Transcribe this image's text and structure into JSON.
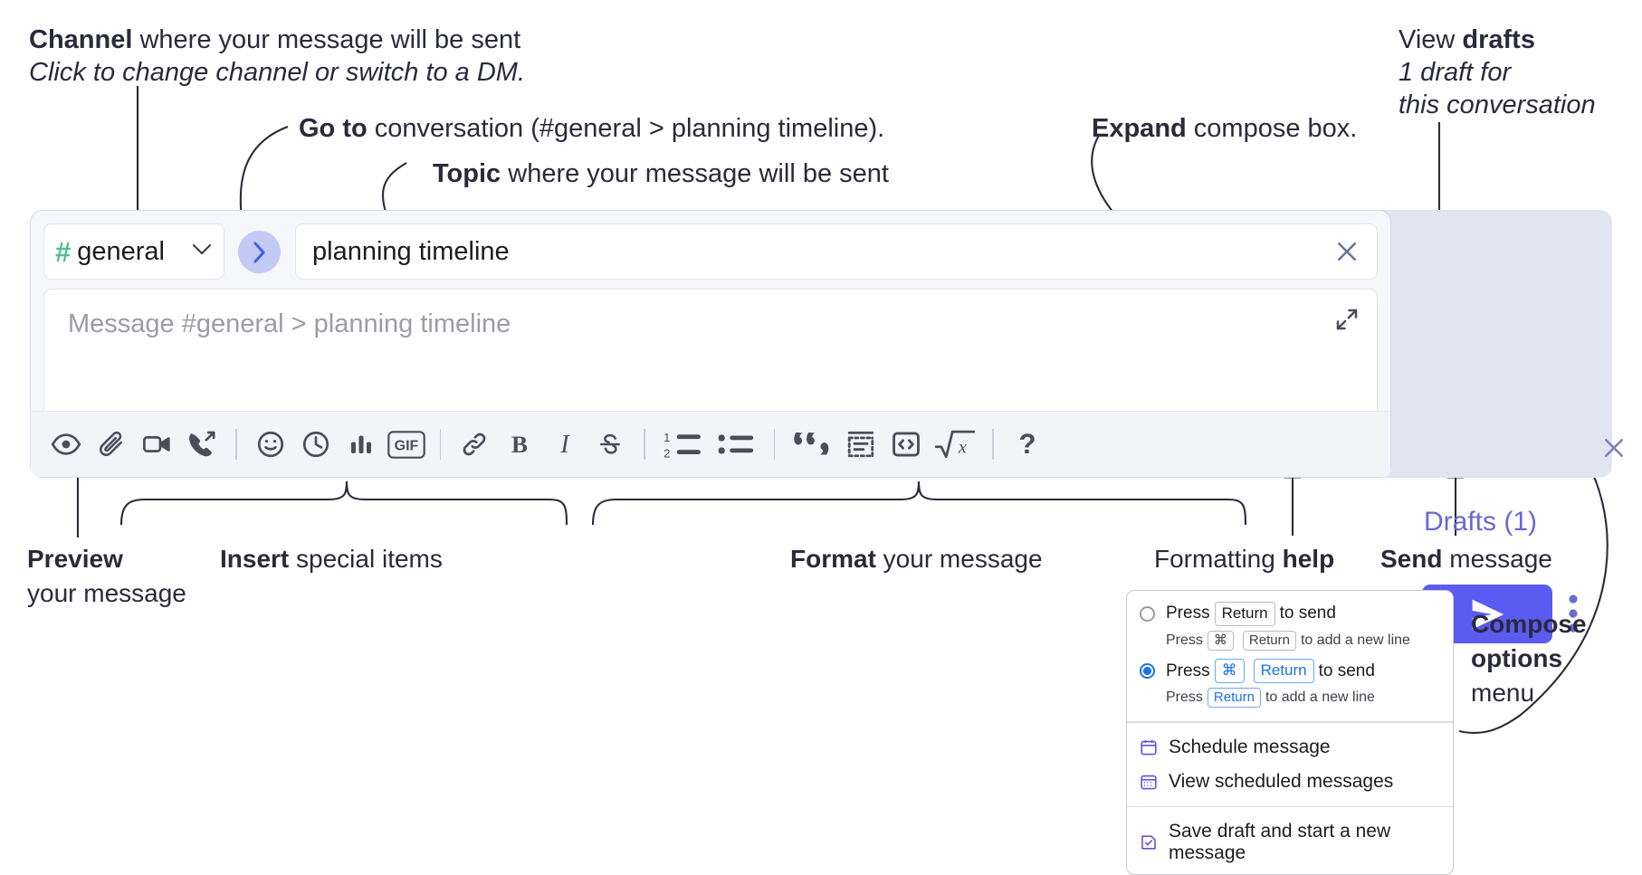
{
  "annotations": {
    "channel": {
      "bold": "Channel",
      "rest": " where your message will be sent",
      "italic": "Click to change channel or switch to a DM."
    },
    "goto": {
      "bold": "Go to",
      "rest": " conversation (#general > planning timeline)."
    },
    "topic": {
      "bold": "Topic",
      "rest": " where your message will be sent"
    },
    "expand": {
      "bold": "Expand",
      "rest": " compose box."
    },
    "drafts": {
      "pre": "View ",
      "bold": "drafts",
      "italic1": "1 draft for",
      "italic2": "this conversation"
    },
    "preview": {
      "bold": "Preview",
      "line2": "your message"
    },
    "insert": {
      "bold": "Insert",
      "rest": " special items"
    },
    "format": {
      "bold": "Format",
      "rest": " your message"
    },
    "help": {
      "pre": "Formatting ",
      "bold": "help"
    },
    "send": {
      "bold": "Send",
      "rest": " message"
    },
    "compose_options": {
      "bold1": "Compose",
      "bold2": "options",
      "rest": "menu"
    }
  },
  "compose": {
    "channel_name": "general",
    "channel_hash": "#",
    "topic_value": "planning timeline",
    "message_placeholder": "Message #general > planning timeline",
    "drafts_label": "Drafts (1)",
    "icons": {
      "chevron_down": "chevron-down-icon",
      "goto_arrow": "chevron-right-icon",
      "topic_clear": "close-icon",
      "expand": "expand-icon",
      "panel_close": "close-icon",
      "send": "send-icon",
      "kebab": "more-vertical-icon"
    },
    "toolbar": [
      {
        "name": "preview-icon",
        "label": "Preview"
      },
      {
        "name": "attachment-icon",
        "label": "Attach file"
      },
      {
        "name": "video-icon",
        "label": "Record video clip"
      },
      {
        "name": "phone-forward-icon",
        "label": "Record audio clip"
      },
      {
        "name": "emoji-icon",
        "label": "Emoji"
      },
      {
        "name": "clock-icon",
        "label": "Reminder"
      },
      {
        "name": "poll-icon",
        "label": "Poll"
      },
      {
        "name": "gif-icon",
        "label": "GIF"
      },
      {
        "name": "link-icon",
        "label": "Link"
      },
      {
        "name": "bold-icon",
        "label": "Bold"
      },
      {
        "name": "italic-icon",
        "label": "Italic"
      },
      {
        "name": "strikethrough-icon",
        "label": "Strikethrough"
      },
      {
        "name": "ordered-list-icon",
        "label": "Ordered list"
      },
      {
        "name": "bulleted-list-icon",
        "label": "Bulleted list"
      },
      {
        "name": "blockquote-icon",
        "label": "Blockquote"
      },
      {
        "name": "code-block-icon",
        "label": "Code block"
      },
      {
        "name": "code-icon",
        "label": "Code"
      },
      {
        "name": "math-icon",
        "label": "Math"
      },
      {
        "name": "help-icon",
        "label": "Formatting help"
      }
    ],
    "gif_label": "GIF",
    "math_label": "x",
    "help_label": "?"
  },
  "menu": {
    "option1": {
      "press": "Press",
      "key": "Return",
      "suffix": "to send",
      "sub_press": "Press",
      "sub_key1": "⌘",
      "sub_key2": "Return",
      "sub_suffix": "to add a new line",
      "selected": false
    },
    "option2": {
      "press": "Press",
      "key1": "⌘",
      "key2": "Return",
      "suffix": "to send",
      "sub_press": "Press",
      "sub_key": "Return",
      "sub_suffix": "to add a new line",
      "selected": true
    },
    "items": [
      {
        "label": "Schedule message",
        "icon": "calendar-icon"
      },
      {
        "label": "View scheduled messages",
        "icon": "calendar-list-icon"
      },
      {
        "label": "Save draft and start a new message",
        "icon": "save-draft-icon"
      }
    ]
  },
  "colors": {
    "accent_send": "#5b5bf2",
    "panel_bg": "#e3e4f2",
    "inner_bg": "#f6f7fb",
    "hash_green": "#4fc08d",
    "drafts_purple": "#6a67d6",
    "radio_blue": "#1a73e8",
    "menu_icon_purple": "#6a4fd8"
  }
}
